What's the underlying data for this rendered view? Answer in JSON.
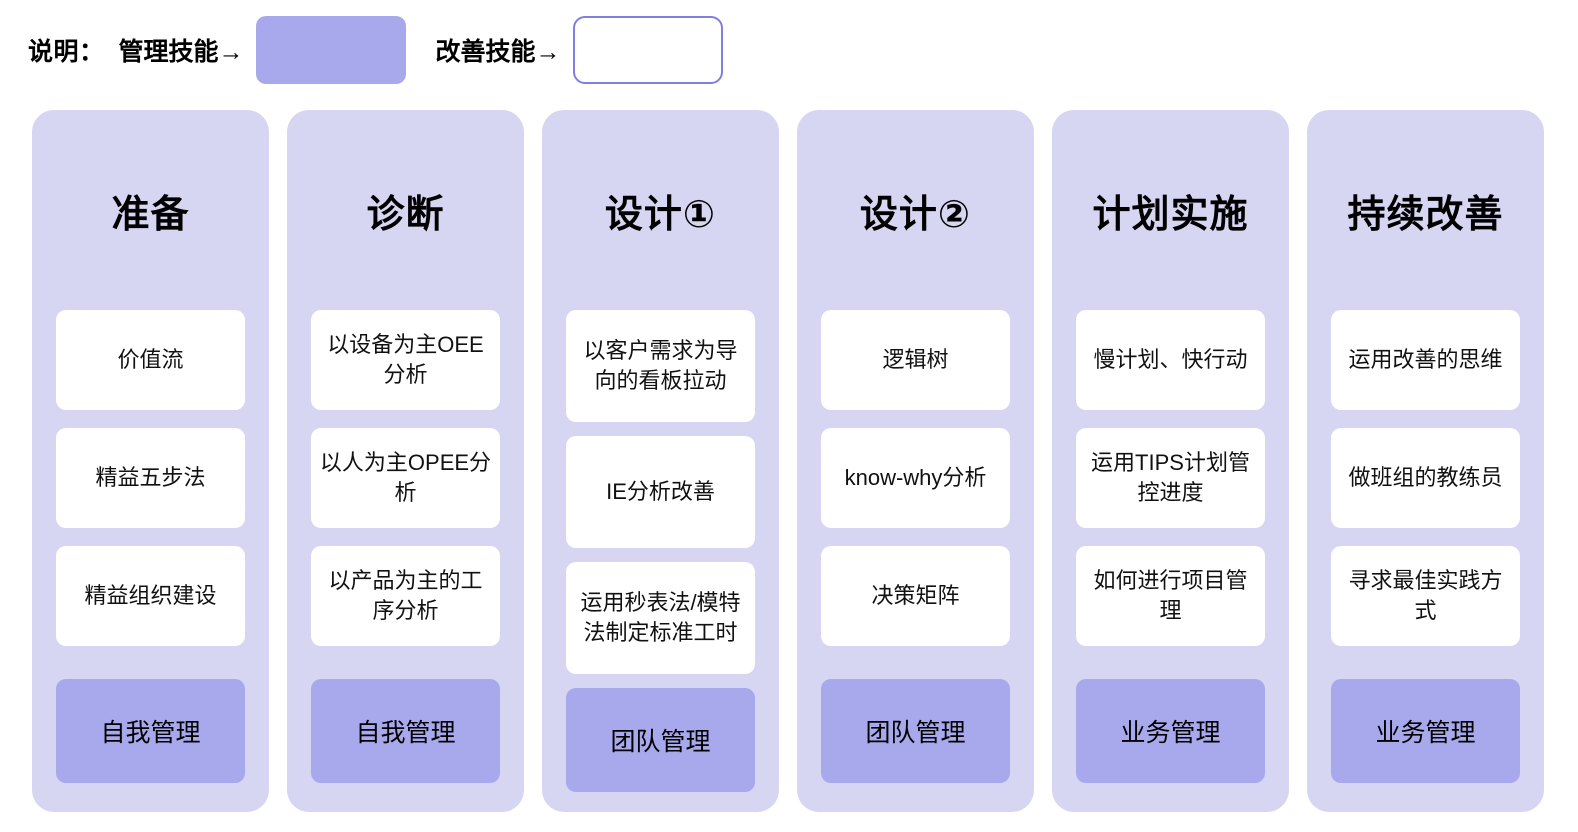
{
  "legend": {
    "title": "说明：",
    "management_label": "管理技能→",
    "improvement_label": "改善技能→",
    "management_color": "#a8a8ec",
    "improvement_color": "#ffffff",
    "improvement_border_color": "#7f7fe0"
  },
  "theme": {
    "column_bg": "#d6d6f2",
    "card_bg": "#ffffff",
    "chip_bg": "#a8a8ec",
    "text_color": "#000000"
  },
  "columns": [
    {
      "header": "准备",
      "cards": [
        "价值流",
        "精益五步法",
        "精益组织建设"
      ],
      "footer": "自我管理"
    },
    {
      "header": "诊断",
      "cards": [
        "以设备为主OEE分析",
        "以人为主OPEE分析",
        "以产品为主的工序分析"
      ],
      "footer": "自我管理"
    },
    {
      "header": "设计①",
      "cards": [
        "以客户需求为导向的看板拉动",
        "IE分析改善",
        "运用秒表法/模特法制定标准工时"
      ],
      "footer": "团队管理"
    },
    {
      "header": "设计②",
      "cards": [
        "逻辑树",
        "know-why分析",
        "决策矩阵"
      ],
      "footer": "团队管理"
    },
    {
      "header": "计划实施",
      "cards": [
        "慢计划、快行动",
        "运用TIPS计划管控进度",
        "如何进行项目管理"
      ],
      "footer": "业务管理"
    },
    {
      "header": "持续改善",
      "cards": [
        "运用改善的思维",
        "做班组的教练员",
        "寻求最佳实践方式"
      ],
      "footer": "业务管理"
    }
  ]
}
